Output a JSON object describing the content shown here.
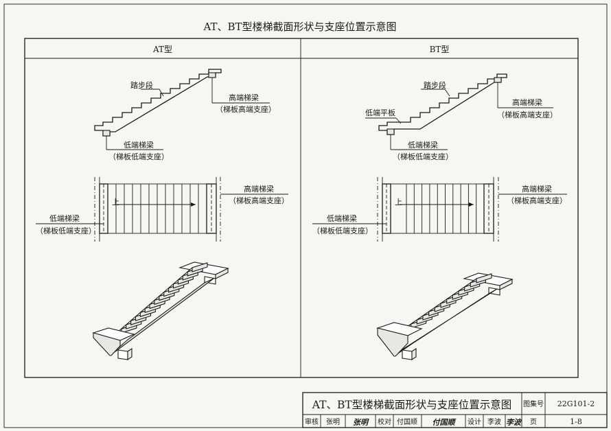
{
  "title": "AT、BT型楼梯截面形状与支座位置示意图",
  "panels": {
    "at": {
      "header": "AT型",
      "section": {
        "step_label": "踏步段",
        "high_beam": "高端梯梁",
        "high_support": "（梯板高端支座）",
        "low_beam": "低端梯梁",
        "low_support": "（梯板低端支座）"
      },
      "plan": {
        "up_mark": "上",
        "high_beam": "高端梯梁",
        "high_support": "（梯板高端支座）",
        "low_beam": "低端梯梁",
        "low_support": "（梯板低端支座）"
      }
    },
    "bt": {
      "header": "BT型",
      "section": {
        "step_label": "踏步段",
        "low_platform": "低端平板",
        "high_beam": "高端梯梁",
        "high_support": "（梯板高端支座）",
        "low_beam": "低端梯梁",
        "low_support": "（梯板低端支座）"
      },
      "plan": {
        "up_mark": "上",
        "high_beam": "高端梯梁",
        "high_support": "（梯板高端支座）",
        "low_beam": "低端梯梁",
        "low_support": "（梯板低端支座）"
      }
    }
  },
  "title_block": {
    "title": "AT、BT型楼梯截面形状与支座位置示意图",
    "atlas_label": "图集号",
    "atlas_no": "22G101-2",
    "page_label": "页",
    "page_no": "1-8",
    "review_label": "审核",
    "reviewer": "张明",
    "reviewer_sig": "张明",
    "check_label": "校对",
    "checker": "付国顺",
    "checker_sig": "付国顺",
    "design_label": "设计",
    "designer": "李波",
    "designer_sig": "李波"
  }
}
